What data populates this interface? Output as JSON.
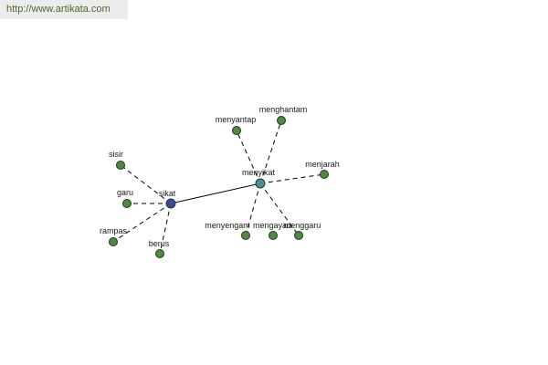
{
  "source": {
    "url": "http://www.artikata.com"
  },
  "colors": {
    "center_primary": "#3b4a9c",
    "center_secondary": "#4a9094",
    "leaf": "#4f8a3f",
    "node_stroke": "#1e3a1e",
    "edge": "#000000"
  },
  "graph": {
    "nodes": [
      {
        "id": "sikat",
        "label": "sikat",
        "kind": "center-primary"
      },
      {
        "id": "menyikat",
        "label": "menyikat",
        "kind": "center-secondary"
      },
      {
        "id": "sisir",
        "label": "sisir",
        "kind": "leaf"
      },
      {
        "id": "garu",
        "label": "garu",
        "kind": "leaf"
      },
      {
        "id": "rampas",
        "label": "rampas",
        "kind": "leaf"
      },
      {
        "id": "berus",
        "label": "berus",
        "kind": "leaf"
      },
      {
        "id": "menyantap",
        "label": "menyantap",
        "kind": "leaf"
      },
      {
        "id": "menghantam",
        "label": "menghantam",
        "kind": "leaf"
      },
      {
        "id": "menjarah",
        "label": "menjarah",
        "kind": "leaf"
      },
      {
        "id": "menyengam",
        "label": "menyengam",
        "kind": "leaf"
      },
      {
        "id": "mengayau",
        "label": "mengayau",
        "kind": "leaf"
      },
      {
        "id": "menggaru",
        "label": "menggaru",
        "kind": "leaf"
      }
    ],
    "edges": [
      {
        "from": "sikat",
        "to": "menyikat",
        "style": "solid"
      },
      {
        "from": "sikat",
        "to": "sisir",
        "style": "dashed"
      },
      {
        "from": "sikat",
        "to": "garu",
        "style": "dashed"
      },
      {
        "from": "sikat",
        "to": "rampas",
        "style": "dashed"
      },
      {
        "from": "sikat",
        "to": "berus",
        "style": "dashed"
      },
      {
        "from": "menyikat",
        "to": "menyantap",
        "style": "dashed"
      },
      {
        "from": "menyikat",
        "to": "menghantam",
        "style": "dashed"
      },
      {
        "from": "menyikat",
        "to": "menjarah",
        "style": "dashed"
      },
      {
        "from": "menyikat",
        "to": "menyengam",
        "style": "dashed"
      },
      {
        "from": "menyikat",
        "to": "menggaru",
        "style": "dashed"
      }
    ]
  }
}
